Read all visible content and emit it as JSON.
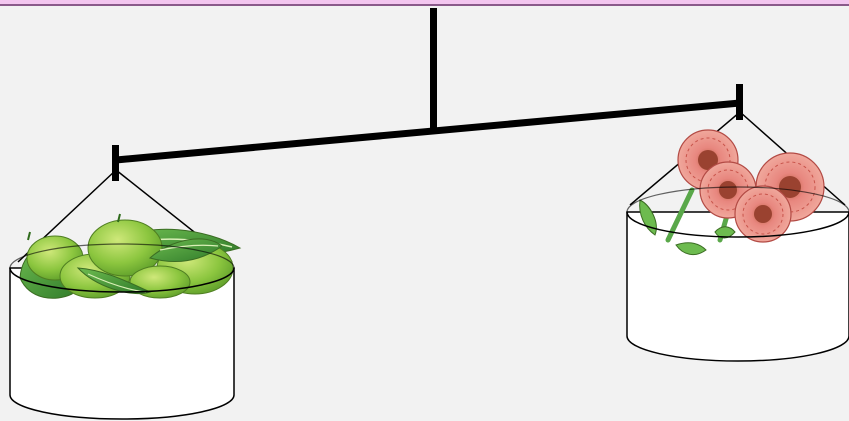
{
  "scene": {
    "left_pan_contents": "mangoes",
    "right_pan_contents": "flowers",
    "heavier_side": "left",
    "colors": {
      "background": "#f2f2f2",
      "top_band": "#f3c6ef",
      "beam": "#000000",
      "basket_fill": "#ffffff",
      "mango_green": "#8cc63f",
      "leaf_green": "#4a9e3a",
      "flower_pink": "#e8877f"
    }
  }
}
